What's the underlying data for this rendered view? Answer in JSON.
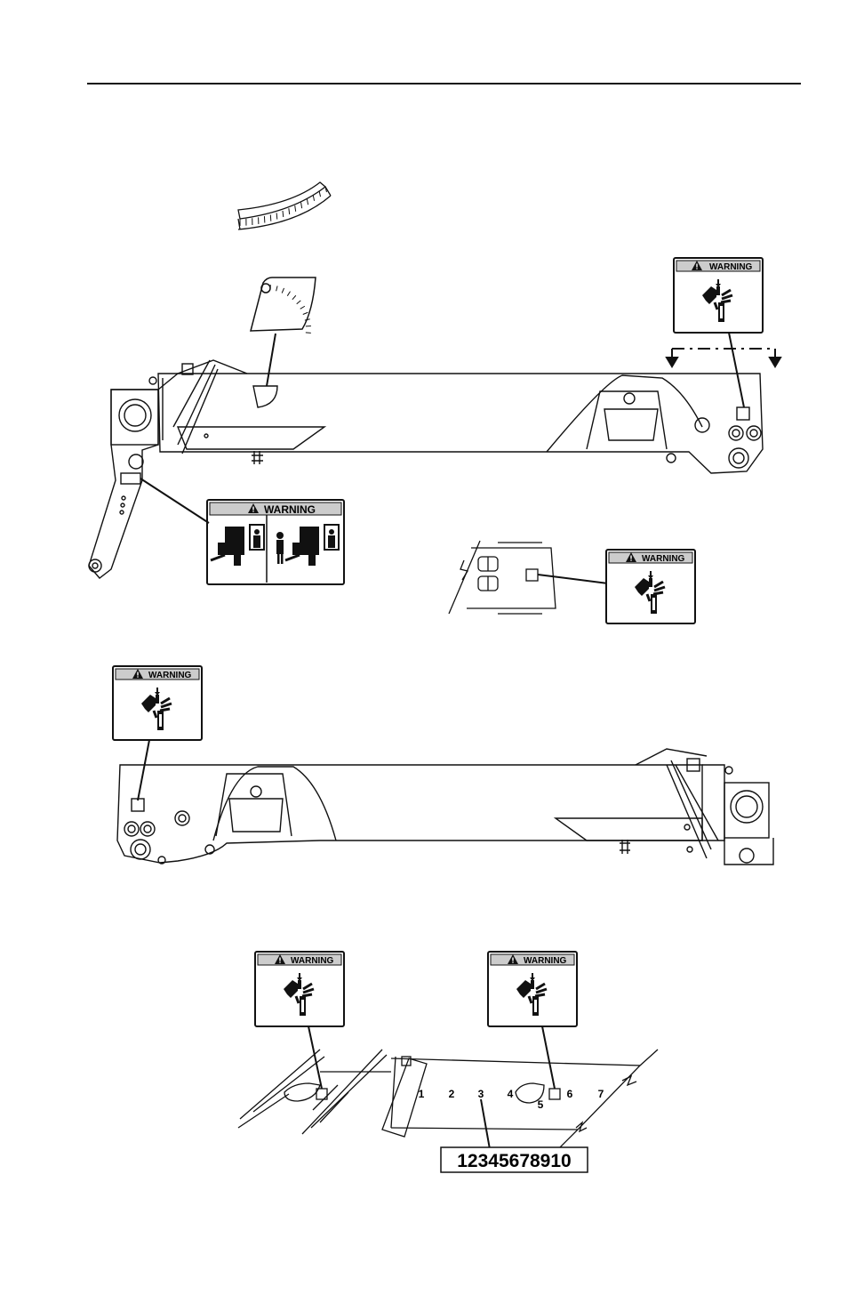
{
  "decals": {
    "warning_label": "WARNING",
    "boom_position_numbers": [
      "1",
      "2",
      "3",
      "4",
      "5",
      "6",
      "7"
    ],
    "length_indicator": "12345678910"
  },
  "colors": {
    "line": "#111111",
    "decal_header": "#d0d0d0",
    "background": "#ffffff"
  },
  "icons": [
    "warning-triangle-icon",
    "crush-hazard-hand-icon",
    "pinch-point-people-icon",
    "angle-indicator-scale-icon"
  ]
}
